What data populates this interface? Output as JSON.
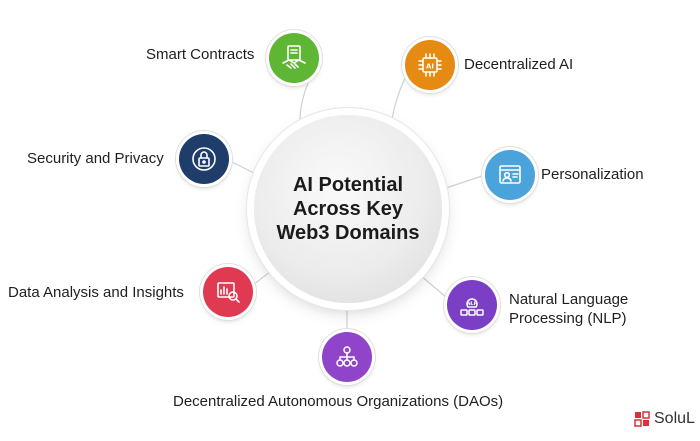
{
  "hub": {
    "title": "AI Potential Across Key Web3 Domains"
  },
  "domains": [
    {
      "label": "Smart Contracts",
      "icon": "handshake-contract-icon",
      "color": "#5fb634"
    },
    {
      "label": "Decentralized AI",
      "icon": "ai-chip-icon",
      "color": "#e58a12"
    },
    {
      "label": "Security and Privacy",
      "icon": "padlock-icon",
      "color": "#1e3d6b"
    },
    {
      "label": "Personalization",
      "icon": "user-profile-icon",
      "color": "#4ba3dc"
    },
    {
      "label": "Data Analysis and Insights",
      "icon": "data-analysis-icon",
      "color": "#e03a52"
    },
    {
      "label": "Natural Language Processing (NLP)",
      "label_line1": "Natural Language",
      "label_line2": "Processing (NLP)",
      "icon": "nlp-brain-icon",
      "color": "#7a3fc4"
    },
    {
      "label": "Decentralized Autonomous Organizations (DAOs)",
      "icon": "network-organization-icon",
      "color": "#8f44c9"
    }
  ],
  "brand": {
    "name": "SoluL",
    "icon": "solulab-logo-icon",
    "color": "#d9323b"
  }
}
